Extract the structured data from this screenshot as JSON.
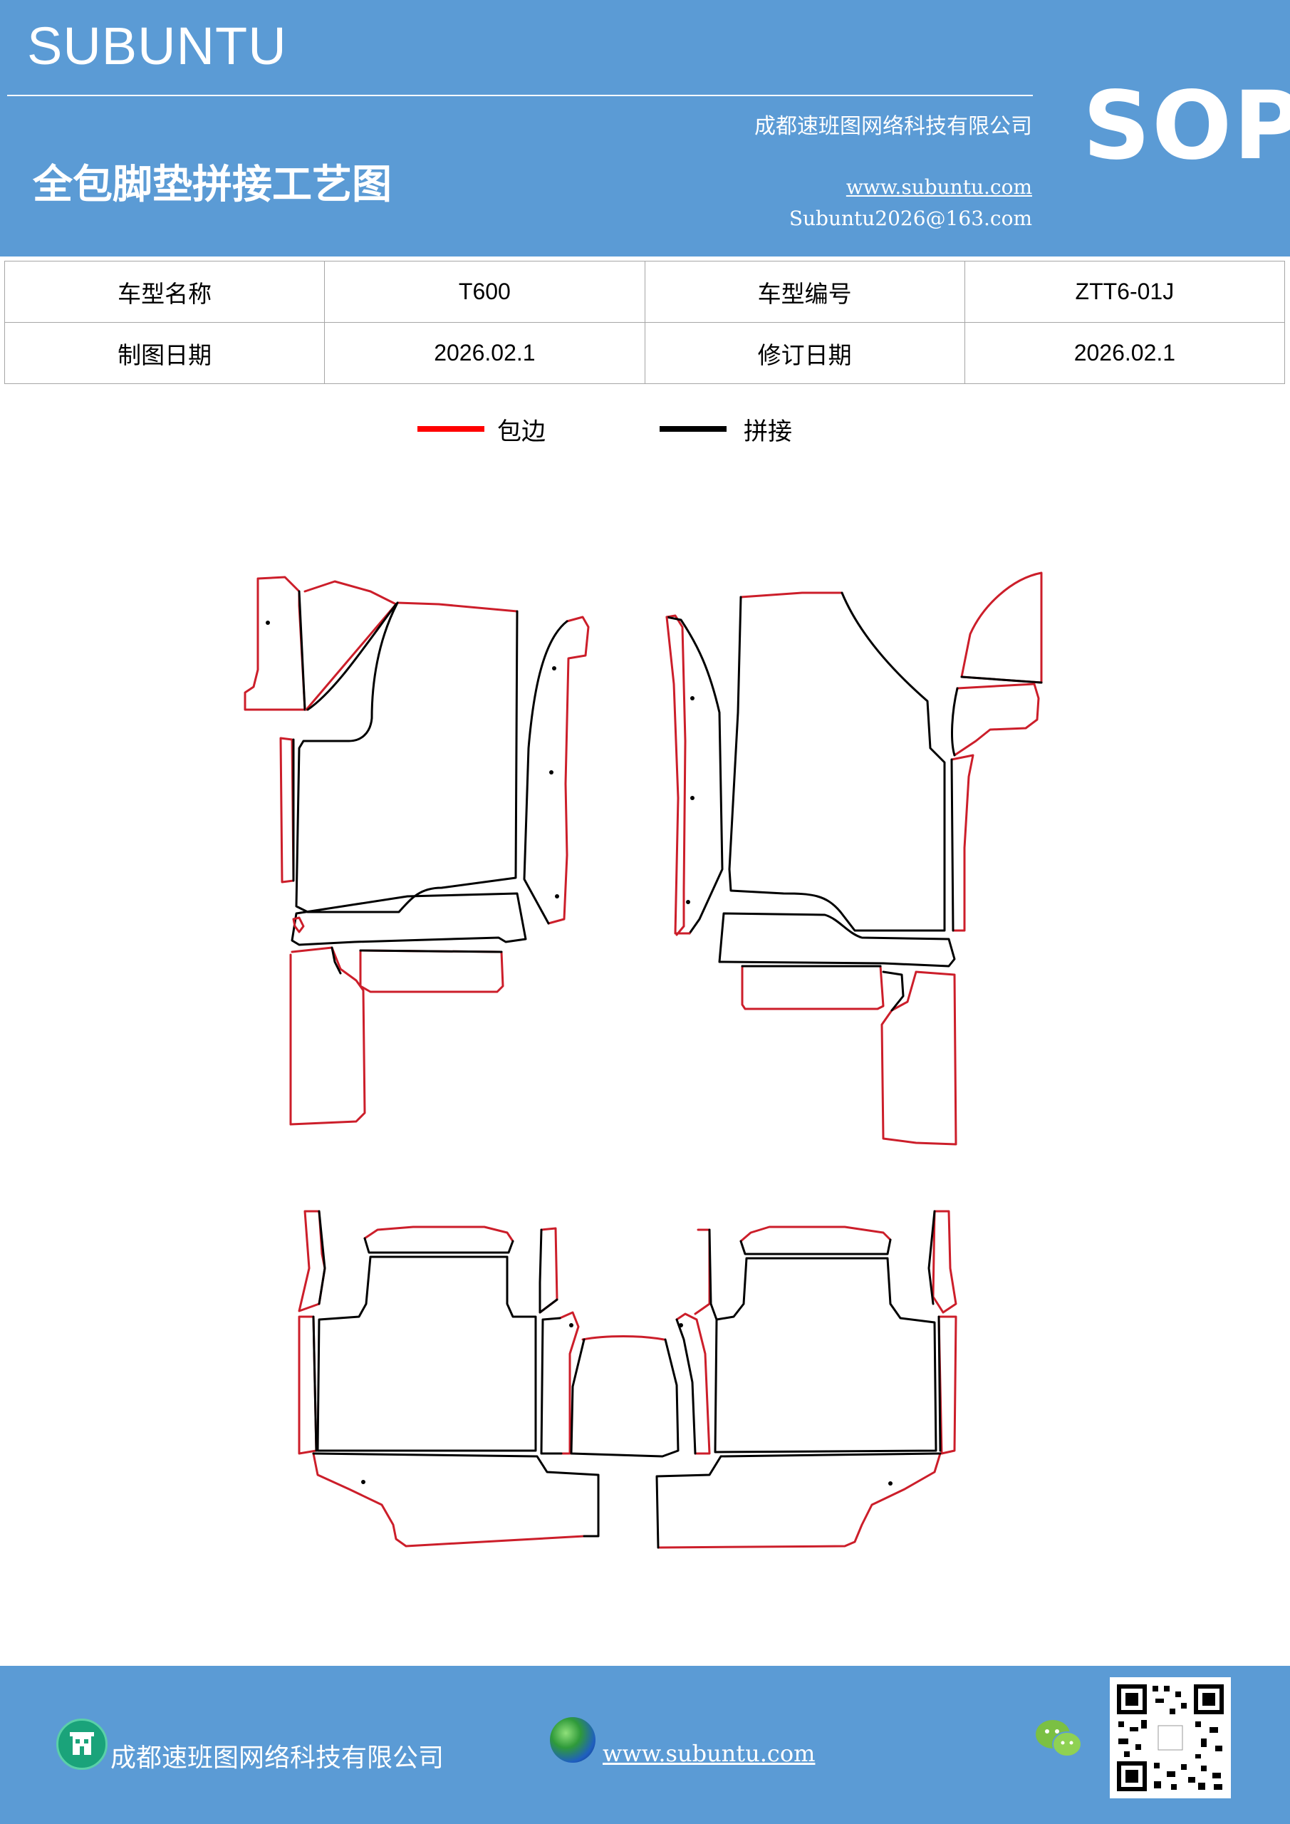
{
  "header": {
    "brand": "SUBUNTU",
    "company": "成都速班图网络科技有限公司",
    "title": "全包脚垫拼接工艺图",
    "website": "www.subuntu.com",
    "email": "Subuntu2026@163.com",
    "badge": "SOP"
  },
  "info_table": {
    "rows": [
      [
        {
          "label": "车型名称",
          "value": "T600"
        },
        {
          "label": "车型编号",
          "value": "ZTT6-01J"
        }
      ],
      [
        {
          "label": "制图日期",
          "value": "2026.02.1"
        },
        {
          "label": "修订日期",
          "value": "2026.02.1"
        }
      ]
    ]
  },
  "legend": {
    "items": [
      {
        "label": "包边",
        "color": "#ff0000"
      },
      {
        "label": "拼接",
        "color": "#000000"
      }
    ]
  },
  "colors": {
    "brand_blue": "#5b9bd5",
    "edge_red": "#cc1e2a",
    "seam_black": "#000000"
  },
  "footer": {
    "company": "成都速班图网络科技有限公司",
    "website": "www.subuntu.com",
    "icons": [
      "building-icon",
      "globe-icon",
      "wechat-icon",
      "qr-code"
    ]
  }
}
